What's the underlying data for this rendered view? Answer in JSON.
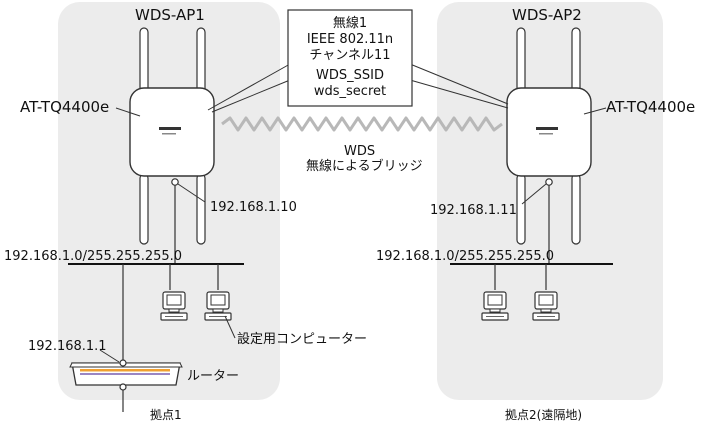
{
  "site1": {
    "title": "WDS-AP1",
    "ap_model": "AT-TQ4400e",
    "ap_ip": "192.168.1.10",
    "network": "192.168.1.0/255.255.255.0",
    "router_ip": "192.168.1.1",
    "router_label": "ルーター",
    "computer_label": "設定用コンピューター",
    "footer": "拠点1"
  },
  "site2": {
    "title": "WDS-AP2",
    "ap_model": "AT-TQ4400e",
    "ap_ip": "192.168.1.11",
    "network": "192.168.1.0/255.255.255.0",
    "footer": "拠点2(遠隔地)"
  },
  "wireless": {
    "radio": "無線1",
    "standard": "IEEE 802.11n",
    "channel": "チャンネル11",
    "ssid": "WDS_SSID",
    "secret": "wds_secret"
  },
  "bridge": {
    "label": "WDS",
    "description": "無線によるブリッジ"
  },
  "colors": {
    "site_bg": "#ececec",
    "router_stripe_orange": "#f0a030",
    "router_stripe_purple": "#9a86c4",
    "wave": "#b8b8b8"
  }
}
